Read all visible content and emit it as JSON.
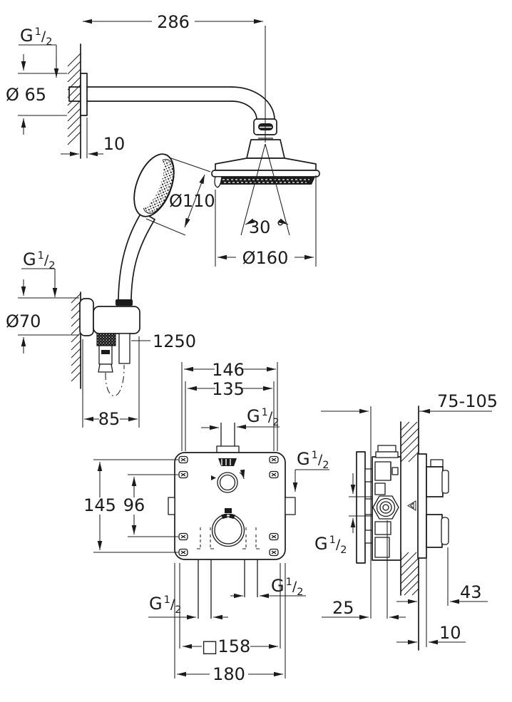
{
  "page": {
    "bg": "#ffffff",
    "ink": "#1b1b1b",
    "description": "Thermostatic concealed shower system dimensional drawing"
  },
  "thread_label": {
    "g": "G",
    "numerator": "1",
    "slash": "/",
    "denominator": "2"
  },
  "dims": {
    "arm_length": "286",
    "arm_flange_dia": "Ø 65",
    "arm_flange_depth": "10",
    "hand_shower_dia": "Ø110",
    "spray_angle": "30 °",
    "head_shower_dia": "Ø160",
    "holder_dia": "Ø70",
    "hose_length": "1250",
    "holder_width": "85",
    "rough_in_width_outer": "146",
    "rough_in_width_inner": "135",
    "rough_in_height": "145",
    "screw_spacing": "96",
    "trim_plate_square": "□158",
    "trim_plate_width": "180",
    "install_depth_range": "75-105",
    "knob_depth": "43",
    "body_front_depth": "25",
    "wall_clearance": "10"
  }
}
